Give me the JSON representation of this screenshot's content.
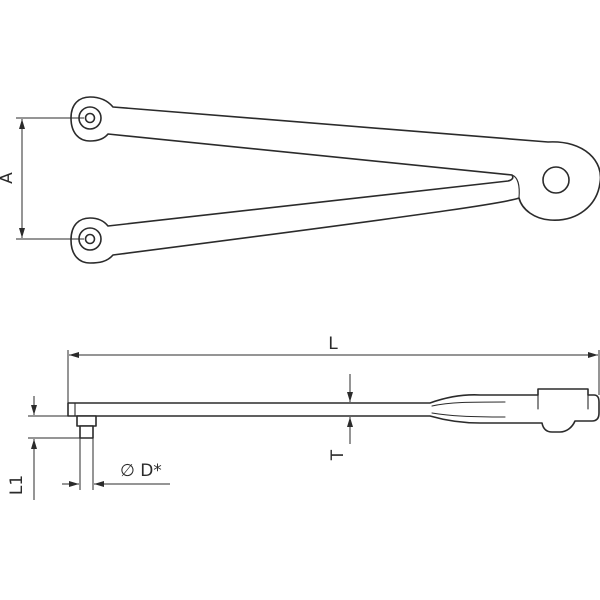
{
  "labels": {
    "dim_a": "A",
    "dim_l": "L",
    "dim_t": "T",
    "dim_l1": "L1",
    "dim_d": "∅ D*"
  },
  "colors": {
    "line": "#2b2b2b",
    "background": "#ffffff"
  }
}
